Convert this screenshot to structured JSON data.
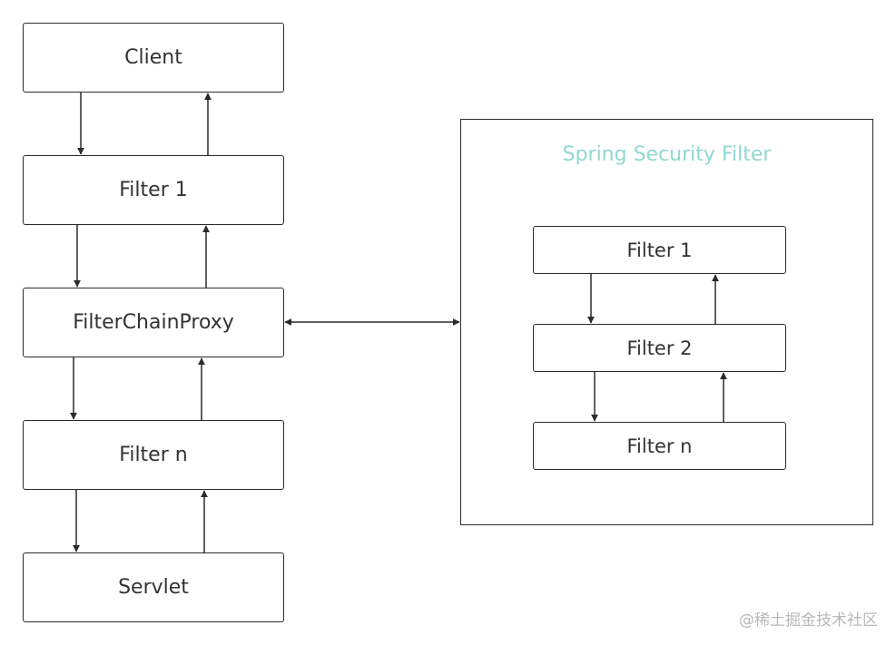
{
  "main_chain": [
    {
      "id": "client",
      "label": "Client"
    },
    {
      "id": "filter1",
      "label": "Filter 1"
    },
    {
      "id": "proxy",
      "label": "FilterChainProxy"
    },
    {
      "id": "filtern",
      "label": "Filter n"
    },
    {
      "id": "servlet",
      "label": "Servlet"
    }
  ],
  "security_group": {
    "title": "Spring Security Filter",
    "title_color": "#8fd8d2",
    "filters": [
      {
        "id": "sf1",
        "label": "Filter 1"
      },
      {
        "id": "sf2",
        "label": "Filter 2"
      },
      {
        "id": "sfn",
        "label": "Filter n"
      }
    ]
  },
  "watermark": "@稀土掘金技术社区"
}
